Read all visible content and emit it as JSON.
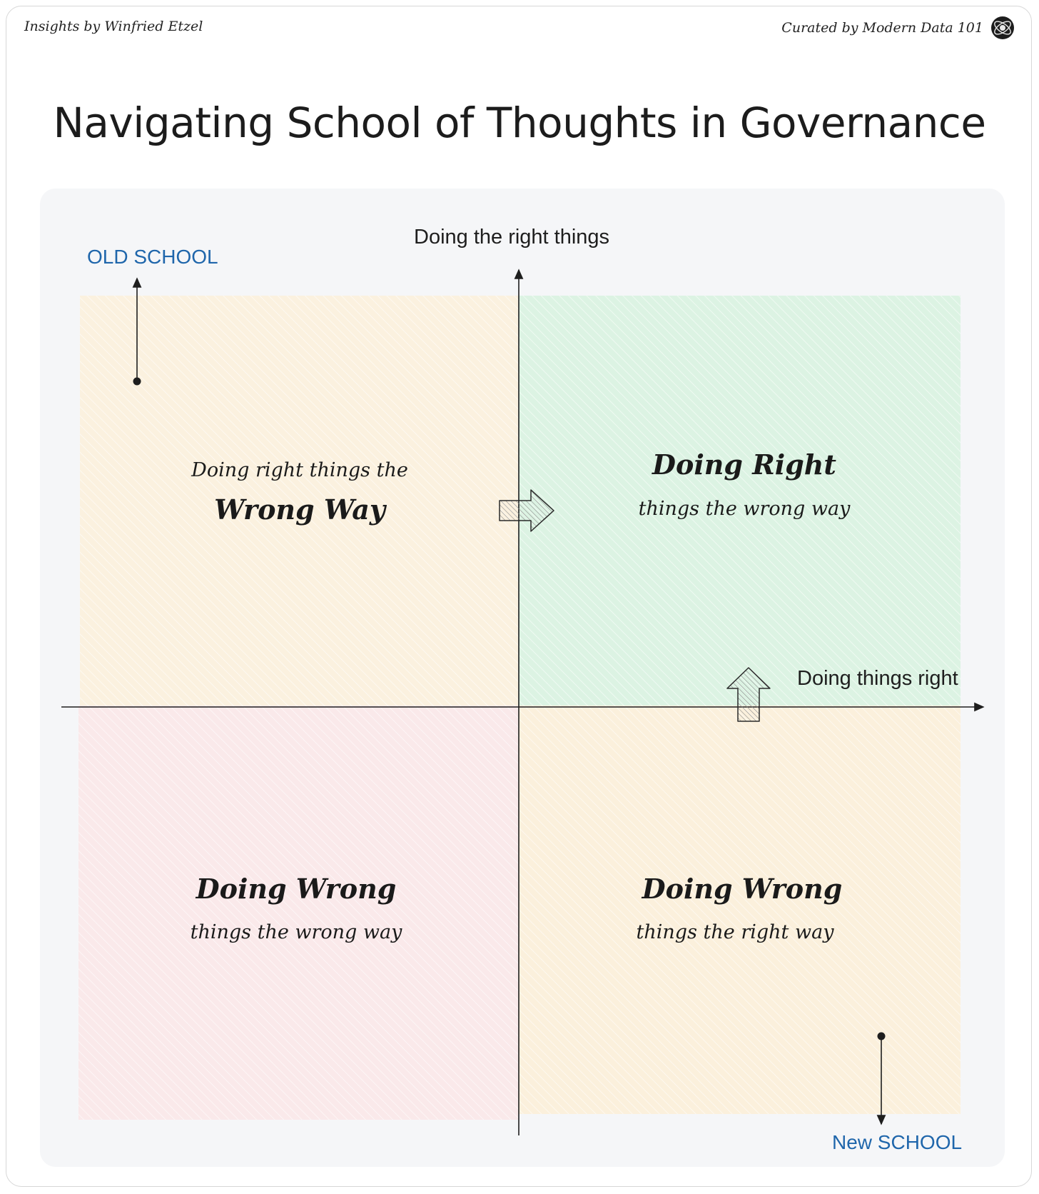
{
  "header": {
    "left_credit": "Insights by Winfried Etzel",
    "right_credit": "Curated by Modern Data 101",
    "logo_icon": "globe-icon"
  },
  "title": "Navigating School of Thoughts in Governance",
  "axes": {
    "vertical_label": "Doing the right things",
    "horizontal_label": "Doing things right"
  },
  "schools": {
    "old": "OLD SCHOOL",
    "new": "New SCHOOL"
  },
  "quadrants": {
    "top_left": {
      "line1": "Doing right things the",
      "line2": "Wrong Way",
      "color": "#fbf1df"
    },
    "top_right": {
      "line1": "Doing Right",
      "line2": "things the wrong way",
      "color": "#dcf3e3"
    },
    "bottom_left": {
      "line1": "Doing Wrong",
      "line2": "things the wrong way",
      "color": "#fae9ea"
    },
    "bottom_right": {
      "line1": "Doing Wrong",
      "line2": "things the right way",
      "color": "#fbf0dc"
    }
  },
  "colors": {
    "school_label": "#1f66ab",
    "axis": "#1e1e1e",
    "panel": "#f5f6f8"
  }
}
